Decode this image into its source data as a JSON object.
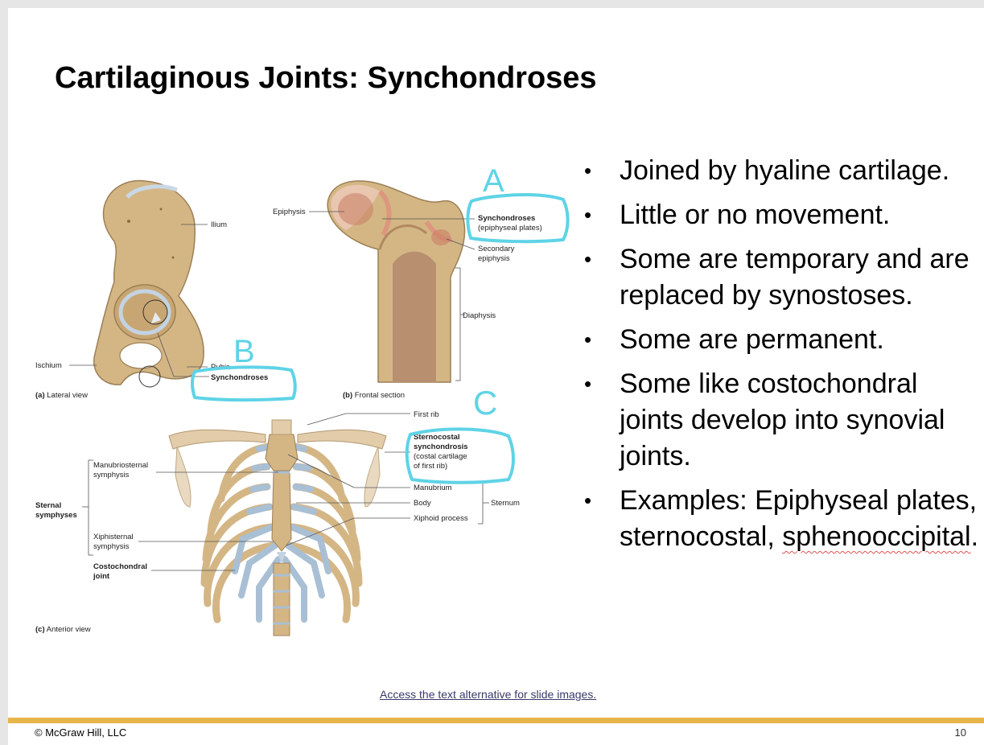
{
  "slide": {
    "title": "Cartilaginous Joints: Synchondroses",
    "access_link": "Access the text alternative for slide images.",
    "copyright": "© McGraw Hill, LLC",
    "page_number": "10"
  },
  "bullets": [
    {
      "text": "Joined by hyaline cartilage."
    },
    {
      "text": "Little or no movement."
    },
    {
      "text": "Some are temporary and are replaced by synostoses."
    },
    {
      "text": "Some are permanent."
    },
    {
      "text": "Some like costochondral joints develop into synovial joints."
    },
    {
      "pre": "Examples: Epiphyseal plates, sternocostal, ",
      "misspelled": "sphenooccipital",
      "post": "."
    }
  ],
  "figure": {
    "panel_a": {
      "caption_bold": "(a)",
      "caption": " Lateral view",
      "labels": {
        "ilium": "Ilium",
        "ischium": "Ischium",
        "pubis": "Pubis",
        "synchondroses": "Synchondroses"
      }
    },
    "panel_b": {
      "caption_bold": "(b)",
      "caption": " Frontal section",
      "labels": {
        "epiphysis": "Epiphysis",
        "synchondroses": "Synchondroses",
        "epiphyseal_plates": "(epiphyseal plates)",
        "secondary1": "Secondary",
        "secondary2": "epiphysis",
        "diaphysis": "Diaphysis"
      }
    },
    "panel_c": {
      "caption_bold": "(c)",
      "caption": " Anterior view",
      "labels": {
        "first_rib": "First rib",
        "sternocostal1": "Sternocostal",
        "sternocostal2": "synchondrosis",
        "costal1": "(costal cartilage",
        "costal2": "of first rib)",
        "manubrium": "Manubrium",
        "body": "Body",
        "xiphoid": "Xiphoid process",
        "sternum": "Sternum",
        "manubriosternal1": "Manubriosternal",
        "manubriosternal2": "symphysis",
        "sternal1": "Sternal",
        "sternal2": "symphyses",
        "xiphisternal1": "Xiphisternal",
        "xiphisternal2": "symphysis",
        "costochondral1": "Costochondral",
        "costochondral2": "joint"
      }
    },
    "annotations": {
      "a": "A",
      "b": "B",
      "c": "C"
    },
    "colors": {
      "bone": "#d4b685",
      "cartilage": "#a9bfd4",
      "marrow": "#b89070",
      "highlight": "#5fd3e6"
    }
  }
}
